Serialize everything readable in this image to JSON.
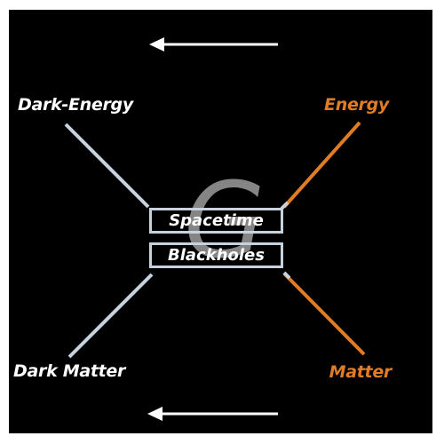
{
  "diagram": {
    "labels": {
      "top_left": "Dark-Energy",
      "top_right": "Energy",
      "bottom_left": "Dark Matter",
      "bottom_right": "Matter"
    },
    "center": {
      "watermark": "G",
      "box_top": "Spacetime",
      "box_bottom": "Blackholes"
    },
    "arrows": {
      "top_direction": "left",
      "bottom_direction": "left"
    },
    "colors": {
      "background": "#000000",
      "light_lines": "#c6d2dd",
      "accent": "#e07c26",
      "text": "#ffffff"
    }
  }
}
